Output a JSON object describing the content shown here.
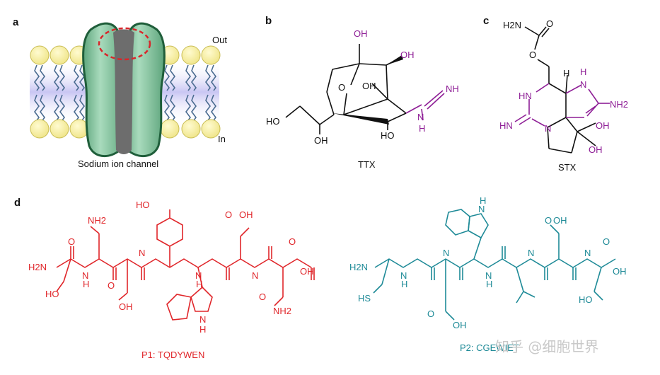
{
  "panels": {
    "a": {
      "letter": "a",
      "caption": "Sodium ion channel",
      "label_out": "Out",
      "label_in": "In",
      "colors": {
        "channel": "#7ebf9a",
        "channel_edge": "#1f5e3a",
        "pore": "#6d6d6d",
        "lipid_head": "#f5ef9c",
        "tail": "#4b6c91",
        "membrane_glow": "#c9c6f3",
        "marker": "#d9262b"
      }
    },
    "b": {
      "letter": "b",
      "caption": "TTX",
      "atoms": {
        "oh1": "OH",
        "oh2": "OH",
        "o_ring": "O",
        "oh3": "OH",
        "ho_left": "HO",
        "oh_bottom": "OH",
        "ho_bottom": "HO",
        "nh_top": "NH",
        "nh_bottom": "N",
        "h_bottom": "H"
      },
      "colors": {
        "bond": "#111111",
        "heteroatom": "#8e1e96"
      }
    },
    "c": {
      "letter": "c",
      "caption": "STX",
      "atoms": {
        "h2n_carbamate": "H2N",
        "o_carbonyl": "O",
        "o_ester": "O",
        "h_stereo": "H",
        "hn_ring": "HN",
        "n_ring": "N",
        "nh2": "NH2",
        "hn_imine": "HN",
        "n_bottom": "N",
        "h_ring": "H",
        "oh1": "OH",
        "oh2": "OH"
      },
      "colors": {
        "bond": "#111111",
        "heteroatom": "#8e1e96"
      }
    },
    "d": {
      "letter": "d",
      "p1_caption": "P1: TQDYWEN",
      "p2_caption": "P2: CGEWIET",
      "p1_atoms": {
        "oh_tyr": "HO",
        "nh2_gln": "NH2",
        "o_gln": "O",
        "o_glu": "O",
        "oh_glu": "OH",
        "h2n": "H2N",
        "ho_thr": "HO",
        "oh_asp": "OH",
        "o_asp": "O",
        "nh_trp": "N",
        "h_trp": "H",
        "o_asn": "O",
        "nh2_asn": "NH2",
        "cooh": "OH",
        "o_term": "O",
        "nh": "N",
        "h": "H"
      },
      "p2_atoms": {
        "nh_trp": "N",
        "h_trp": "H",
        "o_glu": "O",
        "oh_glu": "OH",
        "h2n": "H2N",
        "hs": "HS",
        "oh_glu2": "OH",
        "o_glu2": "O",
        "ho_thr": "HO",
        "cooh": "OH",
        "o_term": "O",
        "nh": "N",
        "h": "H"
      },
      "colors": {
        "p1": "#e0262a",
        "p2": "#1e8a97"
      }
    }
  },
  "watermark": "知乎 @细胞世界"
}
